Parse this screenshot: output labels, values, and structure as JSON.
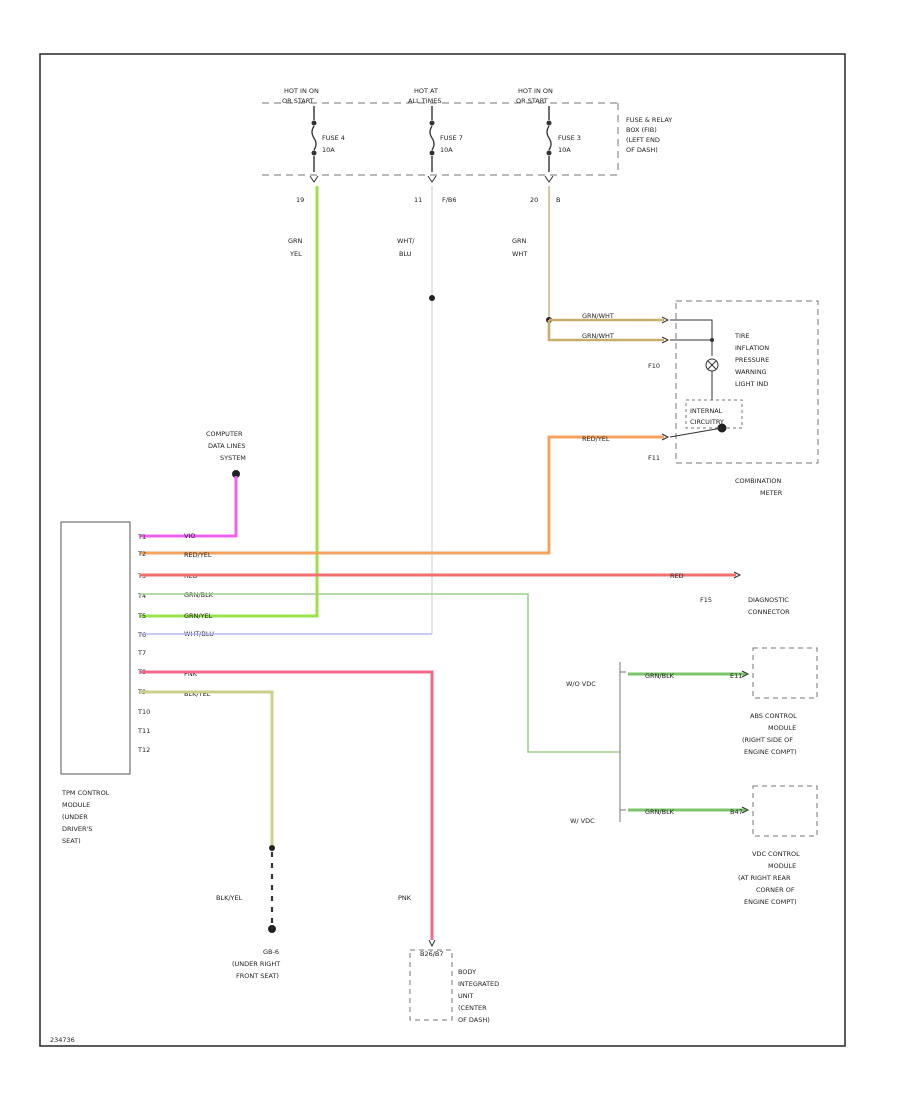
{
  "fuse_box": {
    "title": [
      "FUSE & RELAY",
      "BOX (FIB)",
      "(LEFT END",
      "OF DASH)"
    ],
    "sources": [
      {
        "label": [
          "HOT IN ON",
          "OR START"
        ]
      },
      {
        "label": [
          "HOT AT",
          "ALL TIMES"
        ]
      },
      {
        "label": [
          "HOT IN ON",
          "OR START"
        ]
      }
    ],
    "fuses": [
      {
        "name": "FUSE 4",
        "amp": "10A"
      },
      {
        "name": "FUSE 7",
        "amp": "10A"
      },
      {
        "name": "FUSE 3",
        "amp": "10A"
      }
    ],
    "pins": [
      "19",
      "11",
      "20"
    ],
    "pin_extra": [
      "",
      "F/B6",
      "B"
    ]
  },
  "wire_labels": {
    "fuse4": [
      "GRN",
      "YEL"
    ],
    "fuse7": [
      "WHT/",
      "BLU"
    ],
    "fuse3": [
      "GRN",
      "WHT"
    ]
  },
  "combination_meter": {
    "title": [
      "COMBINATION",
      "METER"
    ],
    "lamp": [
      "TIRE",
      "INFLATION",
      "PRESSURE",
      "WARNING",
      "LIGHT IND"
    ],
    "driver": [
      "INTERNAL",
      "CIRCUITRY"
    ],
    "wires": [
      "GRN/WHT",
      "GRN/WHT",
      "RED/YEL"
    ],
    "connectors": [
      "F10",
      "F11"
    ]
  },
  "data_link": {
    "label": [
      "COMPUTER",
      "DATA LINES",
      "SYSTEM"
    ]
  },
  "tpms": {
    "label": [
      "TPM CONTROL",
      "MODULE",
      "(UNDER",
      "DRIVER'S",
      "SEAT)"
    ],
    "pins": [
      "T1",
      "T2",
      "T3",
      "T4",
      "T5",
      "T6",
      "T7",
      "T8",
      "T9",
      "T10",
      "T11",
      "T12"
    ],
    "wires": [
      "VIO",
      "RED/YEL",
      "RED",
      "GRN/BLK",
      "GRN/YEL",
      "WHT/BLU",
      "",
      "PNK",
      "BLK/YEL"
    ]
  },
  "diag": {
    "wire": "RED",
    "connector": "F15",
    "label": [
      "DIAGNOSTIC",
      "CONNECTOR"
    ]
  },
  "abs": {
    "variant": "W/O VDC",
    "wire": "GRN/BLK",
    "pin": "E11",
    "label": [
      "ABS CONTROL",
      "MODULE",
      "(RIGHT SIDE OF",
      "ENGINE COMPT)"
    ]
  },
  "vdc": {
    "variant": "W/ VDC",
    "wire": "GRN/BLK",
    "pin": "B47",
    "label": [
      "VDC CONTROL",
      "MODULE",
      "(AT RIGHT REAR",
      "CORNER OF",
      "ENGINE COMPT)"
    ]
  },
  "ground": {
    "wire": "BLK/YEL",
    "name": "GB-6",
    "label": [
      "(UNDER RIGHT",
      "FRONT SEAT)"
    ]
  },
  "biu": {
    "wire": "PNK",
    "pin": "B26/B7",
    "label": [
      "BODY",
      "INTEGRATED",
      "UNIT",
      "(CENTER",
      "OF DASH)"
    ]
  },
  "footer": {
    "code": "234736"
  }
}
